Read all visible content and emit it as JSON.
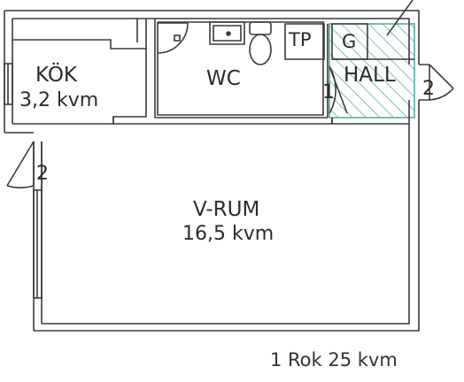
{
  "plan": {
    "rooms": {
      "kitchen": {
        "name": "KÖK",
        "area": "3,2 kvm"
      },
      "wc": {
        "name": "WC"
      },
      "living": {
        "name": "V-RUM",
        "area": "16,5 kvm"
      },
      "hall": {
        "name": "HALL"
      }
    },
    "fixtures": {
      "tp": "TP",
      "g": "G"
    },
    "door_marks": {
      "hall_inner": "1",
      "entrance": "2",
      "living_side": "2"
    },
    "summary": "1 Rok 25 kvm"
  },
  "colors": {
    "walls": "#3a3a3a",
    "hall_hatch": "#4aa7a0",
    "background": "#ffffff"
  }
}
